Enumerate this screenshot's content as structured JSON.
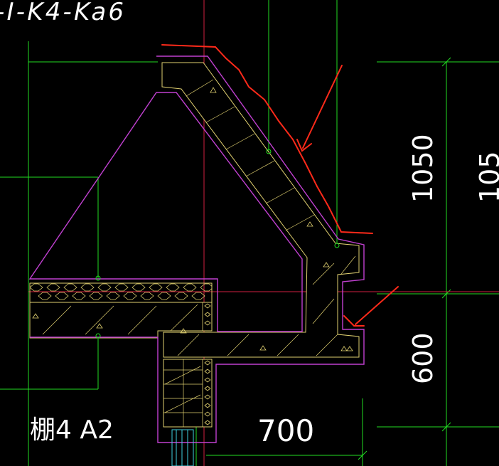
{
  "drawing": {
    "title_fragment": "-I-K4-Ka6",
    "dim_upper": "1050",
    "dim_upper_clipped": "105",
    "dim_lower": "600",
    "dim_bottom": "700",
    "label_bottom_left": "棚4 A2"
  },
  "colors": {
    "background": "#000000",
    "line_green": "#22dd22",
    "line_red_axis": "#d02040",
    "outline_magenta": "#c040d0",
    "edge_yellow": "#e0d070",
    "annotation_red": "#ff2a1a",
    "rebar_cyan": "#40d0e0",
    "text_white": "#ffffff"
  }
}
